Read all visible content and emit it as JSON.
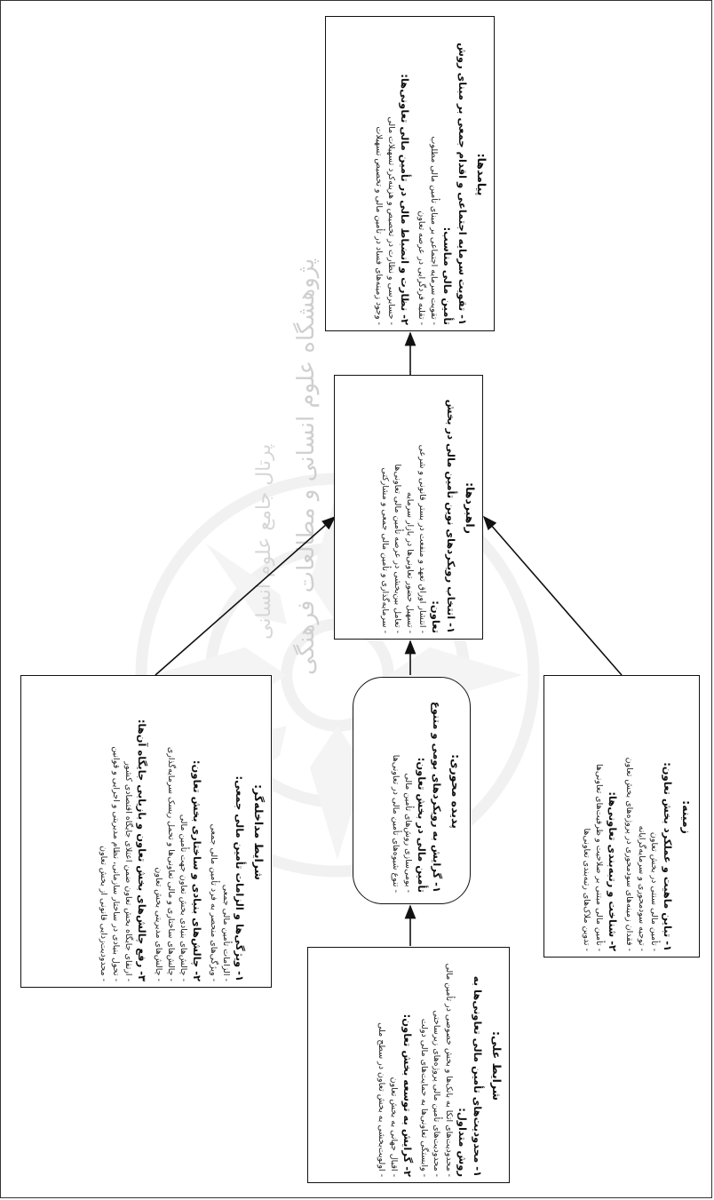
{
  "outcomes": {
    "title": "پیامدها:",
    "items": [
      {
        "heading": "۱- تقویت سرمایه اجتماعی و اقدام جمعی بر مبنای روش تأمین مالی مناسب:",
        "subs": [
          "- تقویت سرمایه اجتماعی بر مبنای تأمین مالی مطلوب",
          "- تقلیه فردگرایی در عرصه تعاون"
        ]
      },
      {
        "heading": "۲- نظارت و انضباط مالی در تأمین مالی تعاونی‌ها:",
        "subs": [
          "- حسابرسی و نظارت در تخصیص و هزینه‌کرد تسهیلات مالی",
          "- وجود زمینه‌های فساد در تأمین مالی و تخصیص تسهیلات"
        ]
      }
    ]
  },
  "strategies": {
    "title": "راهبردها:",
    "items": [
      {
        "heading": "۱- انتخاب رویکردهای نوین تأمین مالی در بخش تعاون:",
        "subs": [
          "- انتشار اوراق تعهد و منفعت در بستر قانونی و شرعی",
          "- تسهیل حضور تعاونی‌ها در بازار سرمایه",
          "- تعامل بین‌بخشی در عرصه تأمین مالی تعاونی‌ها",
          "- سرمایه‌گذاری و تأمین مالی جمعی و مشارکتی"
        ]
      }
    ]
  },
  "phenomenon": {
    "title": "پدیده محوری:",
    "items": [
      {
        "heading": "۱- گرایش به رویکردهای بومی و متنوع تأمین مالی در بخش تعاون:",
        "subs": [
          "- بومی‌سازی روش‌های تأمین مالی",
          "- تنوع شیوه‌های تأمین مالی در تعاونی‌ها"
        ]
      }
    ]
  },
  "intervening": {
    "title": "شرایط مداخله‌گر:",
    "items": [
      {
        "heading": "۱- ویژگی‌ها و الزامات تأمین مالی جمعی:",
        "subs": [
          "- الزامات تأمین مالی جمعی",
          "- ویژگی‌های منحصر به فرد تأمین مالی جمعی"
        ]
      },
      {
        "heading": "۲- چالش‌های بنیادی و ساختاری بخش تعاون:",
        "subs": [
          "- چالش‌های بنیادی بخش تعاون جهت تأمین مالی",
          "- چالش‌های ساختاری و مالی تعاونی‌ها و تحمل ریسک سرمایه‌گذاری",
          "- چالش‌های مدیریتی بخش تعاون"
        ]
      },
      {
        "heading": "۳- رفع چالش‌های بخش تعاون و بازیابی جایگاه آن‌ها:",
        "subs": [
          "- ارتقای جایگاه بخش تعاون ضمن اعتلای جایگاه اقتصادی کشور",
          "- تحول بنیادی در ساختار سازمانی، نظام مدیریتی و اجرایی و قوانین",
          "- محدودیت‌زدایی قانونی از بخش تعاون"
        ]
      }
    ]
  },
  "context": {
    "title": "زمینه:",
    "items": [
      {
        "heading": "۱- تباین ماهیت و عملکرد بخش تعاون:",
        "subs": [
          "- تأمین مالی سنتی در بخش تعاون",
          "- توجیه سودمحوری و سرمایه‌گرایانه",
          "- فقدان زمینه‌های سودمحوری در پروژه‌های بخش تعاون"
        ]
      },
      {
        "heading": "۲- شناخت و رتبه‌بندی تعاونی‌ها:",
        "subs": [
          "- تأمین مالی مبتنی بر صلاحیت و ظرفیت‌های تعاونی‌ها",
          "- تدوین ملاک‌های رتبه‌بندی تعاونی‌ها"
        ]
      }
    ]
  },
  "causal": {
    "title": "شرایط علی:",
    "items": [
      {
        "heading": "۱- محدودیت‌های تأمین مالی تعاونی‌ها به روش متداول:",
        "subs": [
          "- محدودیت‌های اتکا به بانک‌ها و بخش خصوصی در تأمین مالی",
          "- محدودیت‌های تأمین مالی پروژه‌های زیرساختی",
          "- وابستگی تعاونی‌ها به حمایت‌های مالی دولت"
        ]
      },
      {
        "heading": "۲- گرایش به توسعه بخش تعاون:",
        "subs": [
          "- اقبال جهانی به بخش تعاون",
          "- اولویت‌بخشی به بخش تعاون در سطح ملی"
        ]
      }
    ]
  },
  "watermark": {
    "line1": "پژوهشگاه علوم انسانی و مطالعات فرهنگی",
    "line2": "پرتال جامع علوم انسانی"
  }
}
